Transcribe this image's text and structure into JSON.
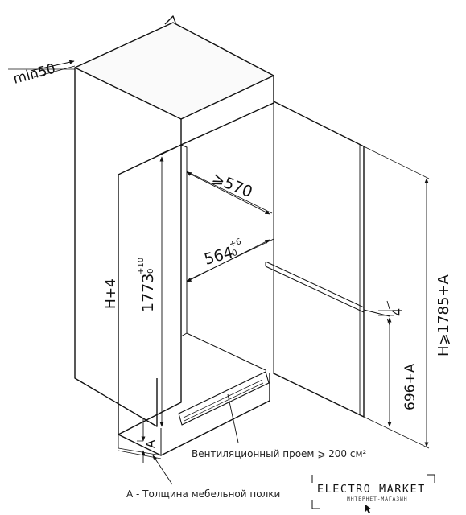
{
  "dimensions": {
    "gap_top": "min50",
    "depth_inner": "⩾570",
    "depth_niche": "564",
    "depth_niche_tol": "+6",
    "depth_niche_tol_low": "0",
    "height_niche": "1773",
    "height_niche_tol": "+10",
    "height_niche_tol_low": "0",
    "height_cabinet": "H+4",
    "height_total": "H⩾1785+A",
    "gap_doors": "4",
    "height_lower": "696+A",
    "shelf": "A"
  },
  "captions": {
    "ventilation": "Вентиляционный проем ⩾ 200 см²",
    "shelf_note": "А - Толщина мебельной полки"
  },
  "logo": {
    "name": "ELECTRO MARKET",
    "tagline": "ИНТЕРНЕТ-МАГАЗИН"
  }
}
